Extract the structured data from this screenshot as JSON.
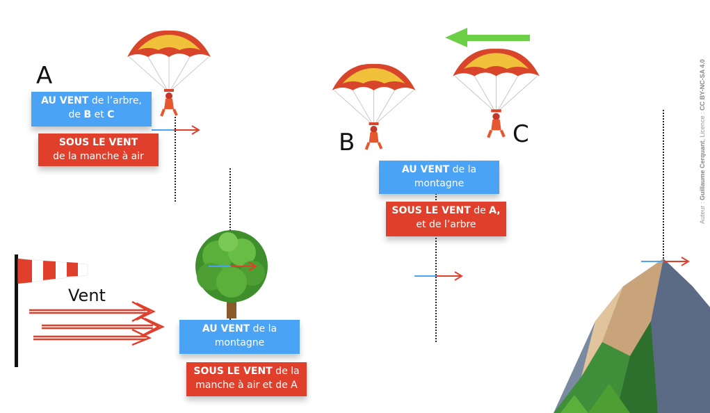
{
  "labels": {
    "a": "A",
    "b": "B",
    "c": "C",
    "wind": "Vent"
  },
  "boxes": {
    "a_upwind": {
      "bold": "AU VENT",
      "text1": " de l’arbre,",
      "text2": "de ",
      "bold2": "B",
      "text3": " et ",
      "bold3": "C"
    },
    "a_downwind": {
      "bold": "SOUS LE VENT",
      "text": "de la manche à air"
    },
    "bc_upwind": {
      "bold": "AU VENT",
      "text1": " de la",
      "text2": "montagne"
    },
    "bc_downwind": {
      "bold": "SOUS LE VENT",
      "text1": " de ",
      "bold2": "A,",
      "text2": "et de l’arbre"
    },
    "tree_upwind": {
      "bold": "AU VENT",
      "text1": " de la",
      "text2": "montagne"
    },
    "tree_downwind": {
      "bold": "SOUS LE VENT",
      "text1": " de la",
      "text2": "manche à air et de A"
    }
  },
  "credit": {
    "prefix": "Auteur : ",
    "author": "Guillaume Cerquant",
    "middle": ", Licence : ",
    "license": "CC BY-NC-SA 4.0"
  },
  "icons": {
    "parachute": "parachutist-icon",
    "tree": "tree-icon",
    "mountain": "mountain-icon",
    "windsock": "windsock-icon",
    "wind_arrows": "wind-arrows-icon",
    "green_arrow": "left-arrow-icon"
  },
  "colors": {
    "upwind": "#4aa3f5",
    "downwind": "#e0402b",
    "green_arrow": "#6bd046",
    "canopy_red": "#d9452b",
    "canopy_yellow": "#f2c13b"
  }
}
